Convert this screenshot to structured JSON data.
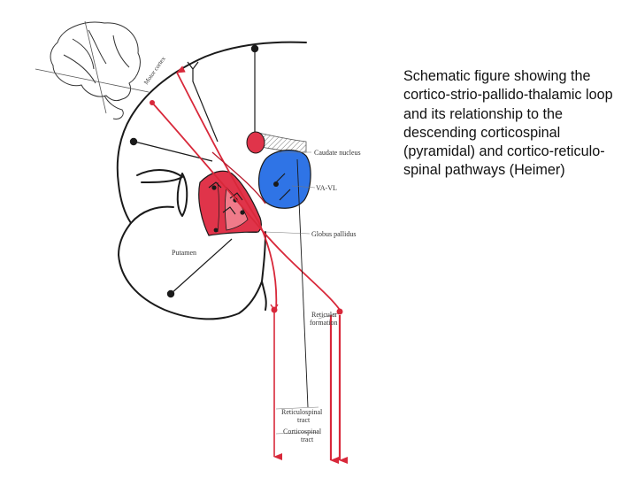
{
  "caption": "Schematic figure showing the cortico-strio-pallido-thalamic loop and its relationship to the descending corticospinal (pyramidal) and cortico-reticulo-spinal pathways (Heimer)",
  "labels": {
    "motor_cortex": "Motor cortex",
    "caudate_nucleus": "Caudate nucleus",
    "va_vl": "VA-VL",
    "globus_pallidus": "Globus pallidus",
    "putamen": "Putamen",
    "reticular_formation_line1": "Reticular",
    "reticular_formation_line2": "formation",
    "reticulospinal_tract_line1": "Reticulospinal",
    "reticulospinal_tract_line2": "tract",
    "corticospinal_tract_line1": "Corticospinal",
    "corticospinal_tract_line2": "tract"
  },
  "colors": {
    "pathway_red": "#d8283a",
    "putamen_red": "#e0344a",
    "pallidus_pink": "#f07b8a",
    "thalamus_blue": "#2f74e6",
    "outline": "#1a1a1a"
  }
}
